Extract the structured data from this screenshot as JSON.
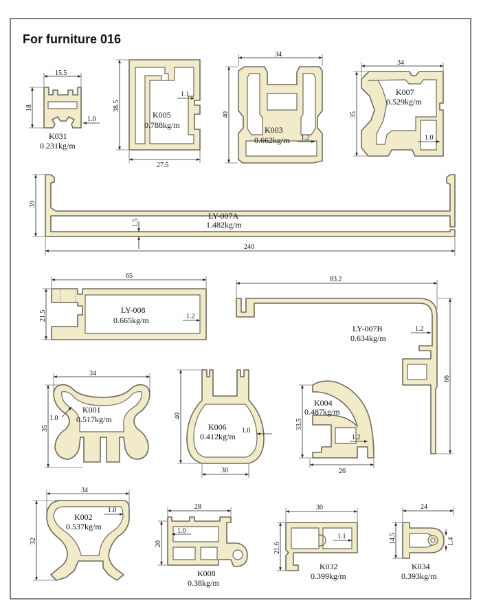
{
  "title": "For furniture 016",
  "colors": {
    "profile_fill": "#f2ebca",
    "profile_stroke": "#6e6a5c",
    "frame": "#555555"
  },
  "profiles": {
    "k031": {
      "code": "K031",
      "weight": "0.231kg/m",
      "dims": [
        "15.5",
        "18",
        "1.0"
      ]
    },
    "k005": {
      "code": "K005",
      "weight": "0.788kg/m",
      "dims": [
        "38.5",
        "27.5",
        "1.1"
      ]
    },
    "k003": {
      "code": "K003",
      "weight": "0.662kg/m",
      "dims": [
        "34",
        "40",
        "1.2"
      ]
    },
    "k007": {
      "code": "K007",
      "weight": "0.529kg/m",
      "dims": [
        "34",
        "35",
        "1.0"
      ]
    },
    "ly007a": {
      "code": "LY-007A",
      "weight": "1.482kg/m",
      "dims": [
        "39",
        "1.5",
        "240"
      ]
    },
    "ly008": {
      "code": "LY-008",
      "weight": "0.665kg/m",
      "dims": [
        "65",
        "21.5",
        "1.2"
      ]
    },
    "ly007b": {
      "code": "LY-007B",
      "weight": "0.634kg/m",
      "dims": [
        "83.2",
        "1.2",
        "66"
      ]
    },
    "k001": {
      "code": "K001",
      "weight": "0.517kg/m",
      "dims": [
        "34",
        "35",
        "1.0"
      ]
    },
    "k006": {
      "code": "K006",
      "weight": "0.412kg/m",
      "dims": [
        "40",
        "30",
        "1.0"
      ]
    },
    "k004": {
      "code": "K004",
      "weight": "0.487kg/m",
      "dims": [
        "33.5",
        "26",
        "1.2"
      ]
    },
    "k002": {
      "code": "K002",
      "weight": "0.537kg/m",
      "dims": [
        "34",
        "32",
        "1.0"
      ]
    },
    "k008": {
      "code": "K008",
      "weight": "0.38kg/m",
      "dims": [
        "28",
        "20",
        "1.0"
      ]
    },
    "k032": {
      "code": "K032",
      "weight": "0.399kg/m",
      "dims": [
        "30",
        "21.6",
        "1.1"
      ]
    },
    "k034": {
      "code": "K034",
      "weight": "0.393kg/m",
      "dims": [
        "24",
        "14.5",
        "1.4"
      ]
    }
  }
}
